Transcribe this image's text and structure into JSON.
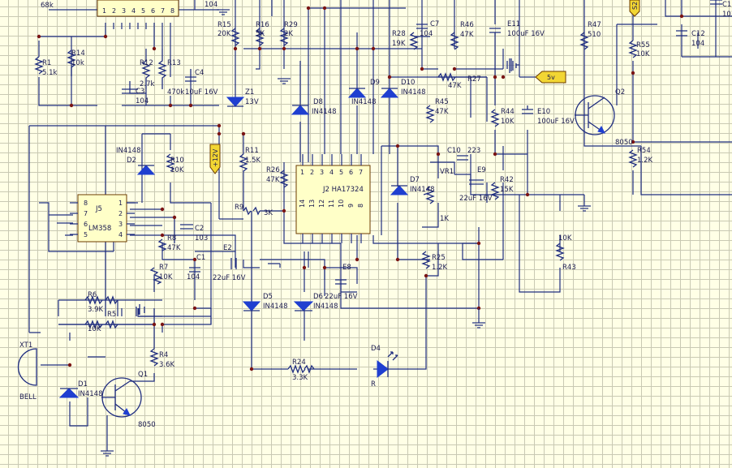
{
  "components": {
    "top": [
      "68k",
      "104"
    ],
    "R15": [
      "R15",
      "20K"
    ],
    "R16": [
      "R16",
      "5K"
    ],
    "R29": [
      "R29",
      "2K"
    ],
    "R28": [
      "R28",
      "19K"
    ],
    "C7": [
      "C7",
      "104"
    ],
    "R46": [
      "R46",
      "47K"
    ],
    "E11": [
      "E11",
      "100uF 16V"
    ],
    "R47": [
      "R47",
      "510"
    ],
    "C12": [
      "C12",
      "104"
    ],
    "C13": "C13",
    "C13v": "103",
    "R55": [
      "R55",
      "10K"
    ],
    "R1": [
      "R1",
      "5.1k"
    ],
    "R14": [
      "R14",
      "10k"
    ],
    "R12": [
      "R12",
      "2.7k"
    ],
    "R13": [
      "R13",
      "470k"
    ],
    "C3": [
      "C3",
      "104"
    ],
    "C4": [
      "C4",
      "10uF 16V"
    ],
    "Z1": [
      "Z1",
      "13V"
    ],
    "D8": [
      "D8",
      "IN4148"
    ],
    "D9": [
      "D9",
      "IN4148"
    ],
    "D10": [
      "D10",
      "IN4148"
    ],
    "R27": [
      "R27",
      "47K"
    ],
    "v5": "5v",
    "R45": [
      "R45",
      "47K"
    ],
    "R44": [
      "R44",
      "10K"
    ],
    "E10": [
      "E10",
      "100uF 16V"
    ],
    "Q2": [
      "Q2",
      "8050"
    ],
    "R54": [
      "R54",
      "1.2K"
    ],
    "D2": [
      "IN4148",
      "D2"
    ],
    "R10": [
      "R10",
      "10K"
    ],
    "v12": "+12V",
    "R11": [
      "R11",
      "1.5K"
    ],
    "R26": [
      "R26",
      "47K"
    ],
    "J2": "J2  HA17324",
    "J2top": [
      "1",
      "2",
      "3",
      "4",
      "5",
      "6",
      "7"
    ],
    "J2bot": [
      "14",
      "13",
      "12",
      "11",
      "10",
      "9",
      "8"
    ],
    "C10": [
      "C10",
      "223"
    ],
    "VR1": [
      "VR1",
      "1K"
    ],
    "E9": [
      "E9",
      "22uF 16V"
    ],
    "D7": [
      "D7",
      "IN4148"
    ],
    "R42": [
      "R42",
      "15K"
    ],
    "J5": [
      "J5",
      "LM358"
    ],
    "J5l": [
      "8",
      "7",
      "6",
      "5"
    ],
    "J5r": [
      "1",
      "2",
      "3",
      "4"
    ],
    "R9": [
      "R9",
      "3K"
    ],
    "C2": [
      "C2",
      "103"
    ],
    "R8": [
      "R8",
      "47K"
    ],
    "E2": [
      "E2",
      "22uF 16V"
    ],
    "C1": [
      "C1",
      "104"
    ],
    "R7": [
      "R7",
      "10K"
    ],
    "R43": [
      "R43",
      "10K"
    ],
    "R25": [
      "R25",
      "1.2K"
    ],
    "E8": [
      "E8",
      "22uF 16V"
    ],
    "R6": [
      "R6",
      "3.9K"
    ],
    "R5": [
      "R5",
      "10K"
    ],
    "D5": [
      "D5",
      "IN4148"
    ],
    "D6": [
      "D6",
      "IN4148"
    ],
    "R4": [
      "R4",
      "3.6K"
    ],
    "Q1": [
      "Q1",
      "8050"
    ],
    "D1": [
      "D1",
      "IN4148"
    ],
    "XT1": [
      "XT1",
      "BELL"
    ],
    "R24": [
      "R24",
      "3.3K"
    ],
    "D4": [
      "D4",
      "R"
    ],
    "S2": "S2"
  },
  "colors": {
    "wire": "#1f2d80",
    "diode": "#1f3fd0",
    "grid": "#c9c9b3",
    "background": "#ffffe6",
    "chip": "#ffffc8",
    "flag": "#f2d633"
  }
}
